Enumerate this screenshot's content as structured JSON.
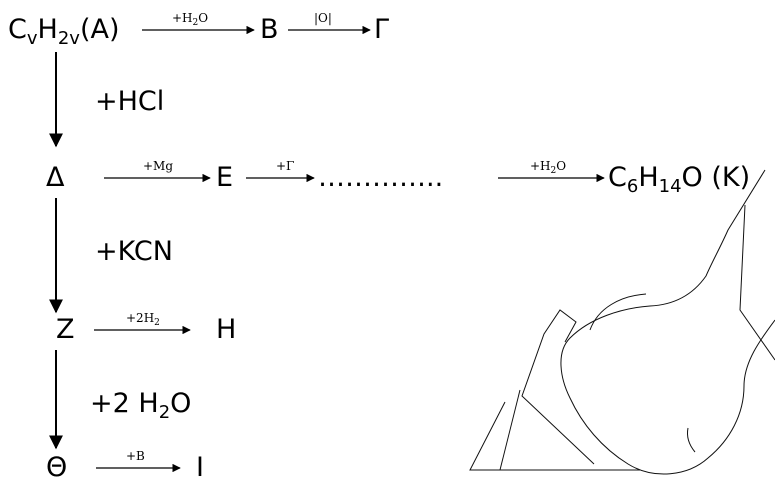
{
  "reactions": {
    "A": {
      "c": "C",
      "sub1": "v",
      "h": "H",
      "sub2": "2v",
      "label": "(A)"
    },
    "B": "B",
    "Gamma": "Γ",
    "Delta": "Δ",
    "E": "E",
    "dots": "…………..",
    "K": {
      "p1": "C",
      "s1": "6",
      "p2": "H",
      "s2": "14",
      "p3": "O (K)"
    },
    "Z": "Z",
    "H": "H",
    "Theta": "Θ",
    "I": "I"
  },
  "arrows": {
    "a_to_b": {
      "pre": "+H",
      "sub": "2",
      "post": "O"
    },
    "b_to_g": "|O|",
    "d_to_e": "+Mg",
    "e_to_dots": "+Γ",
    "dots_to_k": {
      "pre": "+H",
      "sub": "2",
      "post": "O"
    },
    "z_to_h": {
      "pre": "+2H",
      "sub": "2"
    },
    "theta_to_i": "+B"
  },
  "vertical_reagents": {
    "hcl": "+HCl",
    "kcn": "+KCN",
    "water": {
      "pre": "+2 H",
      "sub": "2",
      "post": "O"
    }
  },
  "colors": {
    "ink": "#000000",
    "watermark": "#111111"
  }
}
